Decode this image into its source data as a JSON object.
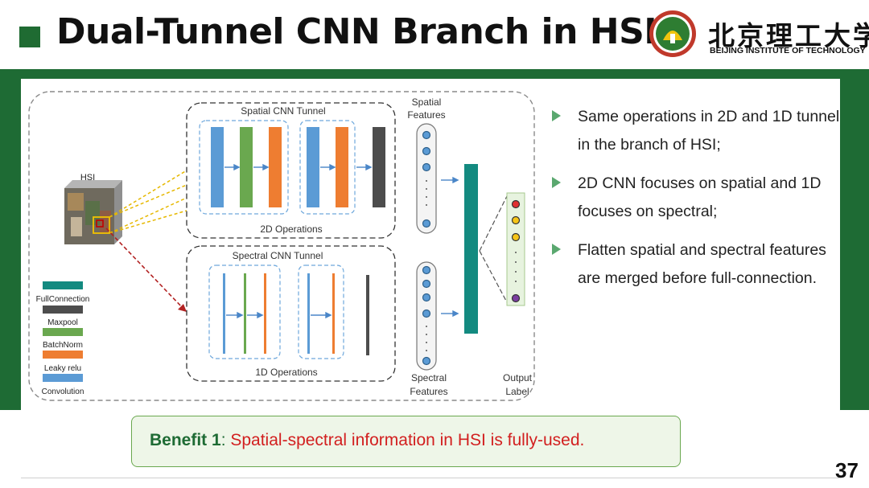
{
  "header": {
    "title": "Dual-Tunnel CNN Branch in HSI",
    "university_cn": "北京理工大学",
    "university_en": "BEIJING INSTITUTE OF TECHNOLOGY"
  },
  "diagram": {
    "hsi_label": "HSI",
    "spatial_tunnel_title": "Spatial CNN Tunnel",
    "spatial_tunnel_caption": "2D Operations",
    "spectral_tunnel_title": "Spectral CNN Tunnel",
    "spectral_tunnel_caption": "1D Operations",
    "spatial_features_line1": "Spatial",
    "spatial_features_line2": "Features",
    "spectral_features_line1": "Spectral",
    "spectral_features_line2": "Features",
    "output_line1": "Output",
    "output_line2": "Label",
    "legend": [
      {
        "label": "FullConnection",
        "color": "#138a80"
      },
      {
        "label": "Maxpool",
        "color": "#4d4d4d"
      },
      {
        "label": "BatchNorm",
        "color": "#6aa84f"
      },
      {
        "label": "Leaky relu",
        "color": "#ee7d31"
      },
      {
        "label": "Convolution",
        "color": "#5b9bd5"
      }
    ]
  },
  "bullets": [
    "Same operations in 2D and 1D tunnel in the branch of HSI;",
    "2D CNN focuses on  spatial and 1D focuses on spectral;",
    "Flatten spatial and spectral features are merged before full-connection."
  ],
  "benefit": {
    "label": "Benefit 1",
    "colon": ": ",
    "text": "Spatial-spectral information in HSI is fully-used."
  },
  "page_number": "37",
  "colors": {
    "brand_green": "#1e6b34",
    "convolution": "#5b9bd5",
    "batchnorm": "#6aa84f",
    "leaky_relu": "#ee7d31",
    "maxpool": "#4d4d4d",
    "fullconnection": "#138a80",
    "highlight_red": "#d21f1f"
  }
}
